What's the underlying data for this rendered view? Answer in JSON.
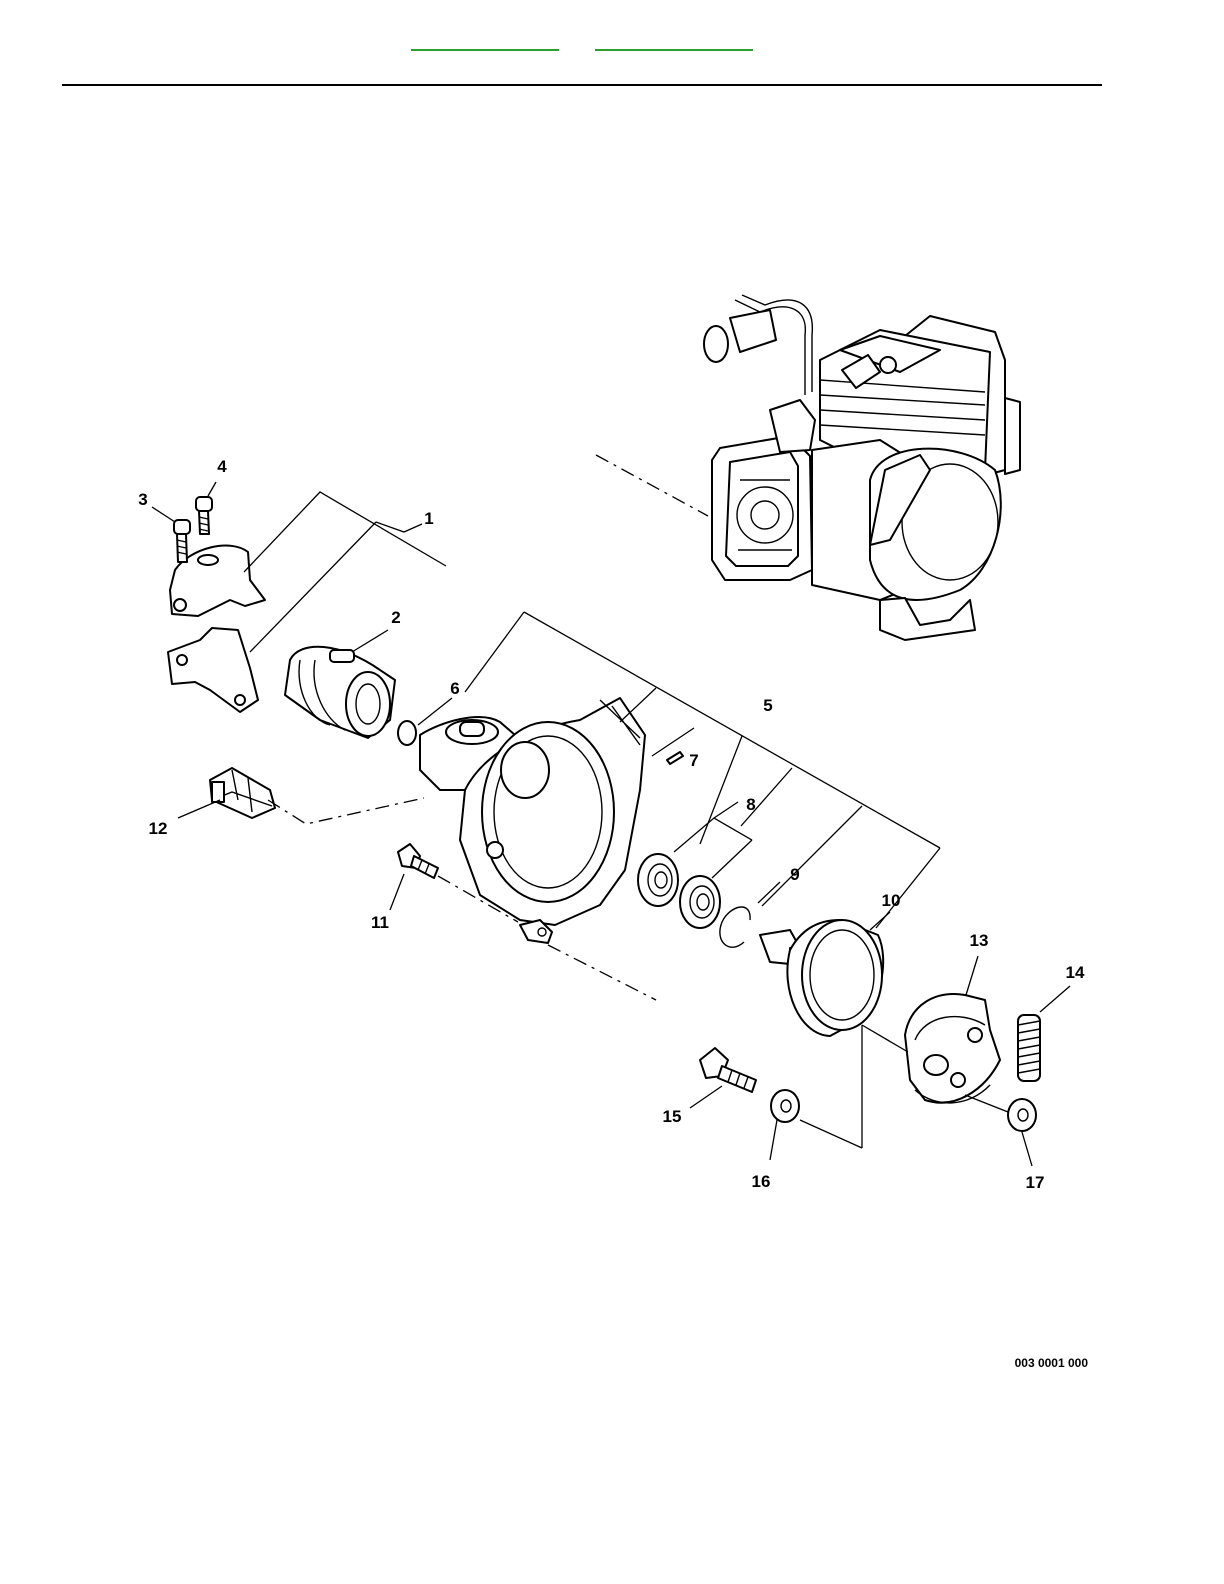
{
  "header": {
    "link_left": "",
    "link_right": ""
  },
  "diagram": {
    "callouts": [
      {
        "id": "c1",
        "label": "1"
      },
      {
        "id": "c2",
        "label": "2"
      },
      {
        "id": "c3",
        "label": "3"
      },
      {
        "id": "c4",
        "label": "4"
      },
      {
        "id": "c5",
        "label": "5"
      },
      {
        "id": "c6",
        "label": "6"
      },
      {
        "id": "c7",
        "label": "7"
      },
      {
        "id": "c8",
        "label": "8"
      },
      {
        "id": "c9",
        "label": "9"
      },
      {
        "id": "c10",
        "label": "10"
      },
      {
        "id": "c11",
        "label": "11"
      },
      {
        "id": "c12",
        "label": "12"
      },
      {
        "id": "c13",
        "label": "13"
      },
      {
        "id": "c14",
        "label": "14"
      },
      {
        "id": "c15",
        "label": "15"
      },
      {
        "id": "c16",
        "label": "16"
      },
      {
        "id": "c17",
        "label": "17"
      }
    ],
    "drawing_code": "003 0001 000"
  }
}
